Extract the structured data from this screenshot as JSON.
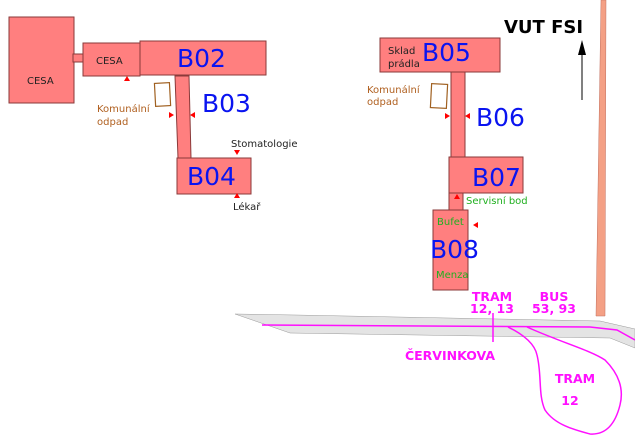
{
  "title": "VUT FSI",
  "buildings": {
    "cesa_large": "CESA",
    "cesa_small": "CESA",
    "b02": "B02",
    "b03": "B03",
    "b04": "B04",
    "b05": "B05",
    "b06": "B06",
    "b07": "B07",
    "b08": "B08"
  },
  "labels": {
    "waste_left_1": "Komunální",
    "waste_left_2": "odpad",
    "waste_right_1": "Komunální",
    "waste_right_2": "odpad",
    "stomatology": "Stomatologie",
    "doctor": "Lékař",
    "laundry_1": "Sklad",
    "laundry_2": "prádla",
    "service": "Servisní bod",
    "buffet": "Bufet",
    "canteen": "Menza"
  },
  "transport": {
    "tram_stop_1": "TRAM",
    "tram_stop_2": "12, 13",
    "bus_1": "BUS",
    "bus_2": "53, 93",
    "street": "ČERVINKOVA",
    "tram_loop_1": "TRAM",
    "tram_loop_2": "12"
  },
  "colors": {
    "building": "#ff7f7f",
    "label": "#0a14f0",
    "transit": "#ff10ff",
    "road": "#e4e4e4",
    "side_road": "#f4a085"
  }
}
